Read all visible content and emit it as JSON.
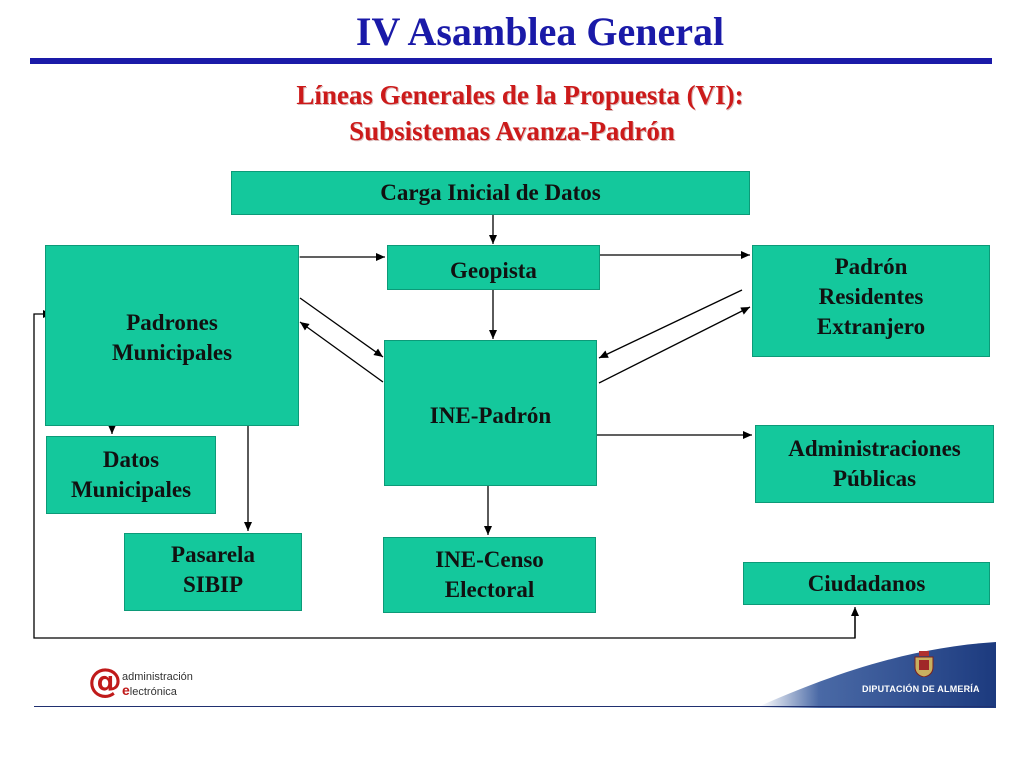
{
  "header": {
    "title": "IV Asamblea General",
    "subtitle_line1": "Líneas Generales de la Propuesta (VI):",
    "subtitle_line2": "Subsistemas Avanza-Padrón"
  },
  "diagram": {
    "nodes": {
      "carga_inicial": "Carga Inicial de Datos",
      "geopista": "Geopista",
      "padron_residentes": [
        "Padrón",
        "Residentes",
        "Extranjero"
      ],
      "padrones_municipales": [
        "Padrones",
        "Municipales"
      ],
      "ine_padron": "INE-Padrón",
      "administraciones": [
        "Administraciones",
        "Públicas"
      ],
      "datos_municipales": [
        "Datos",
        "Municipales"
      ],
      "pasarela": [
        "Pasarela",
        "SIBIP"
      ],
      "ine_censo": [
        "INE-Censo",
        "Electoral"
      ],
      "ciudadanos": "Ciudadanos"
    },
    "colors": {
      "node_fill": "#14c89c",
      "title": "#1a1aa8",
      "subtitle": "#cc1a1a"
    }
  },
  "footer": {
    "logo_line1": "administración",
    "logo_e": "e",
    "logo_line2": "lectrónica",
    "logo_icon": "at-sign-logo",
    "org_name": "DIPUTACIÓN DE ALMERÍA",
    "org_icon": "coat-of-arms-icon"
  }
}
